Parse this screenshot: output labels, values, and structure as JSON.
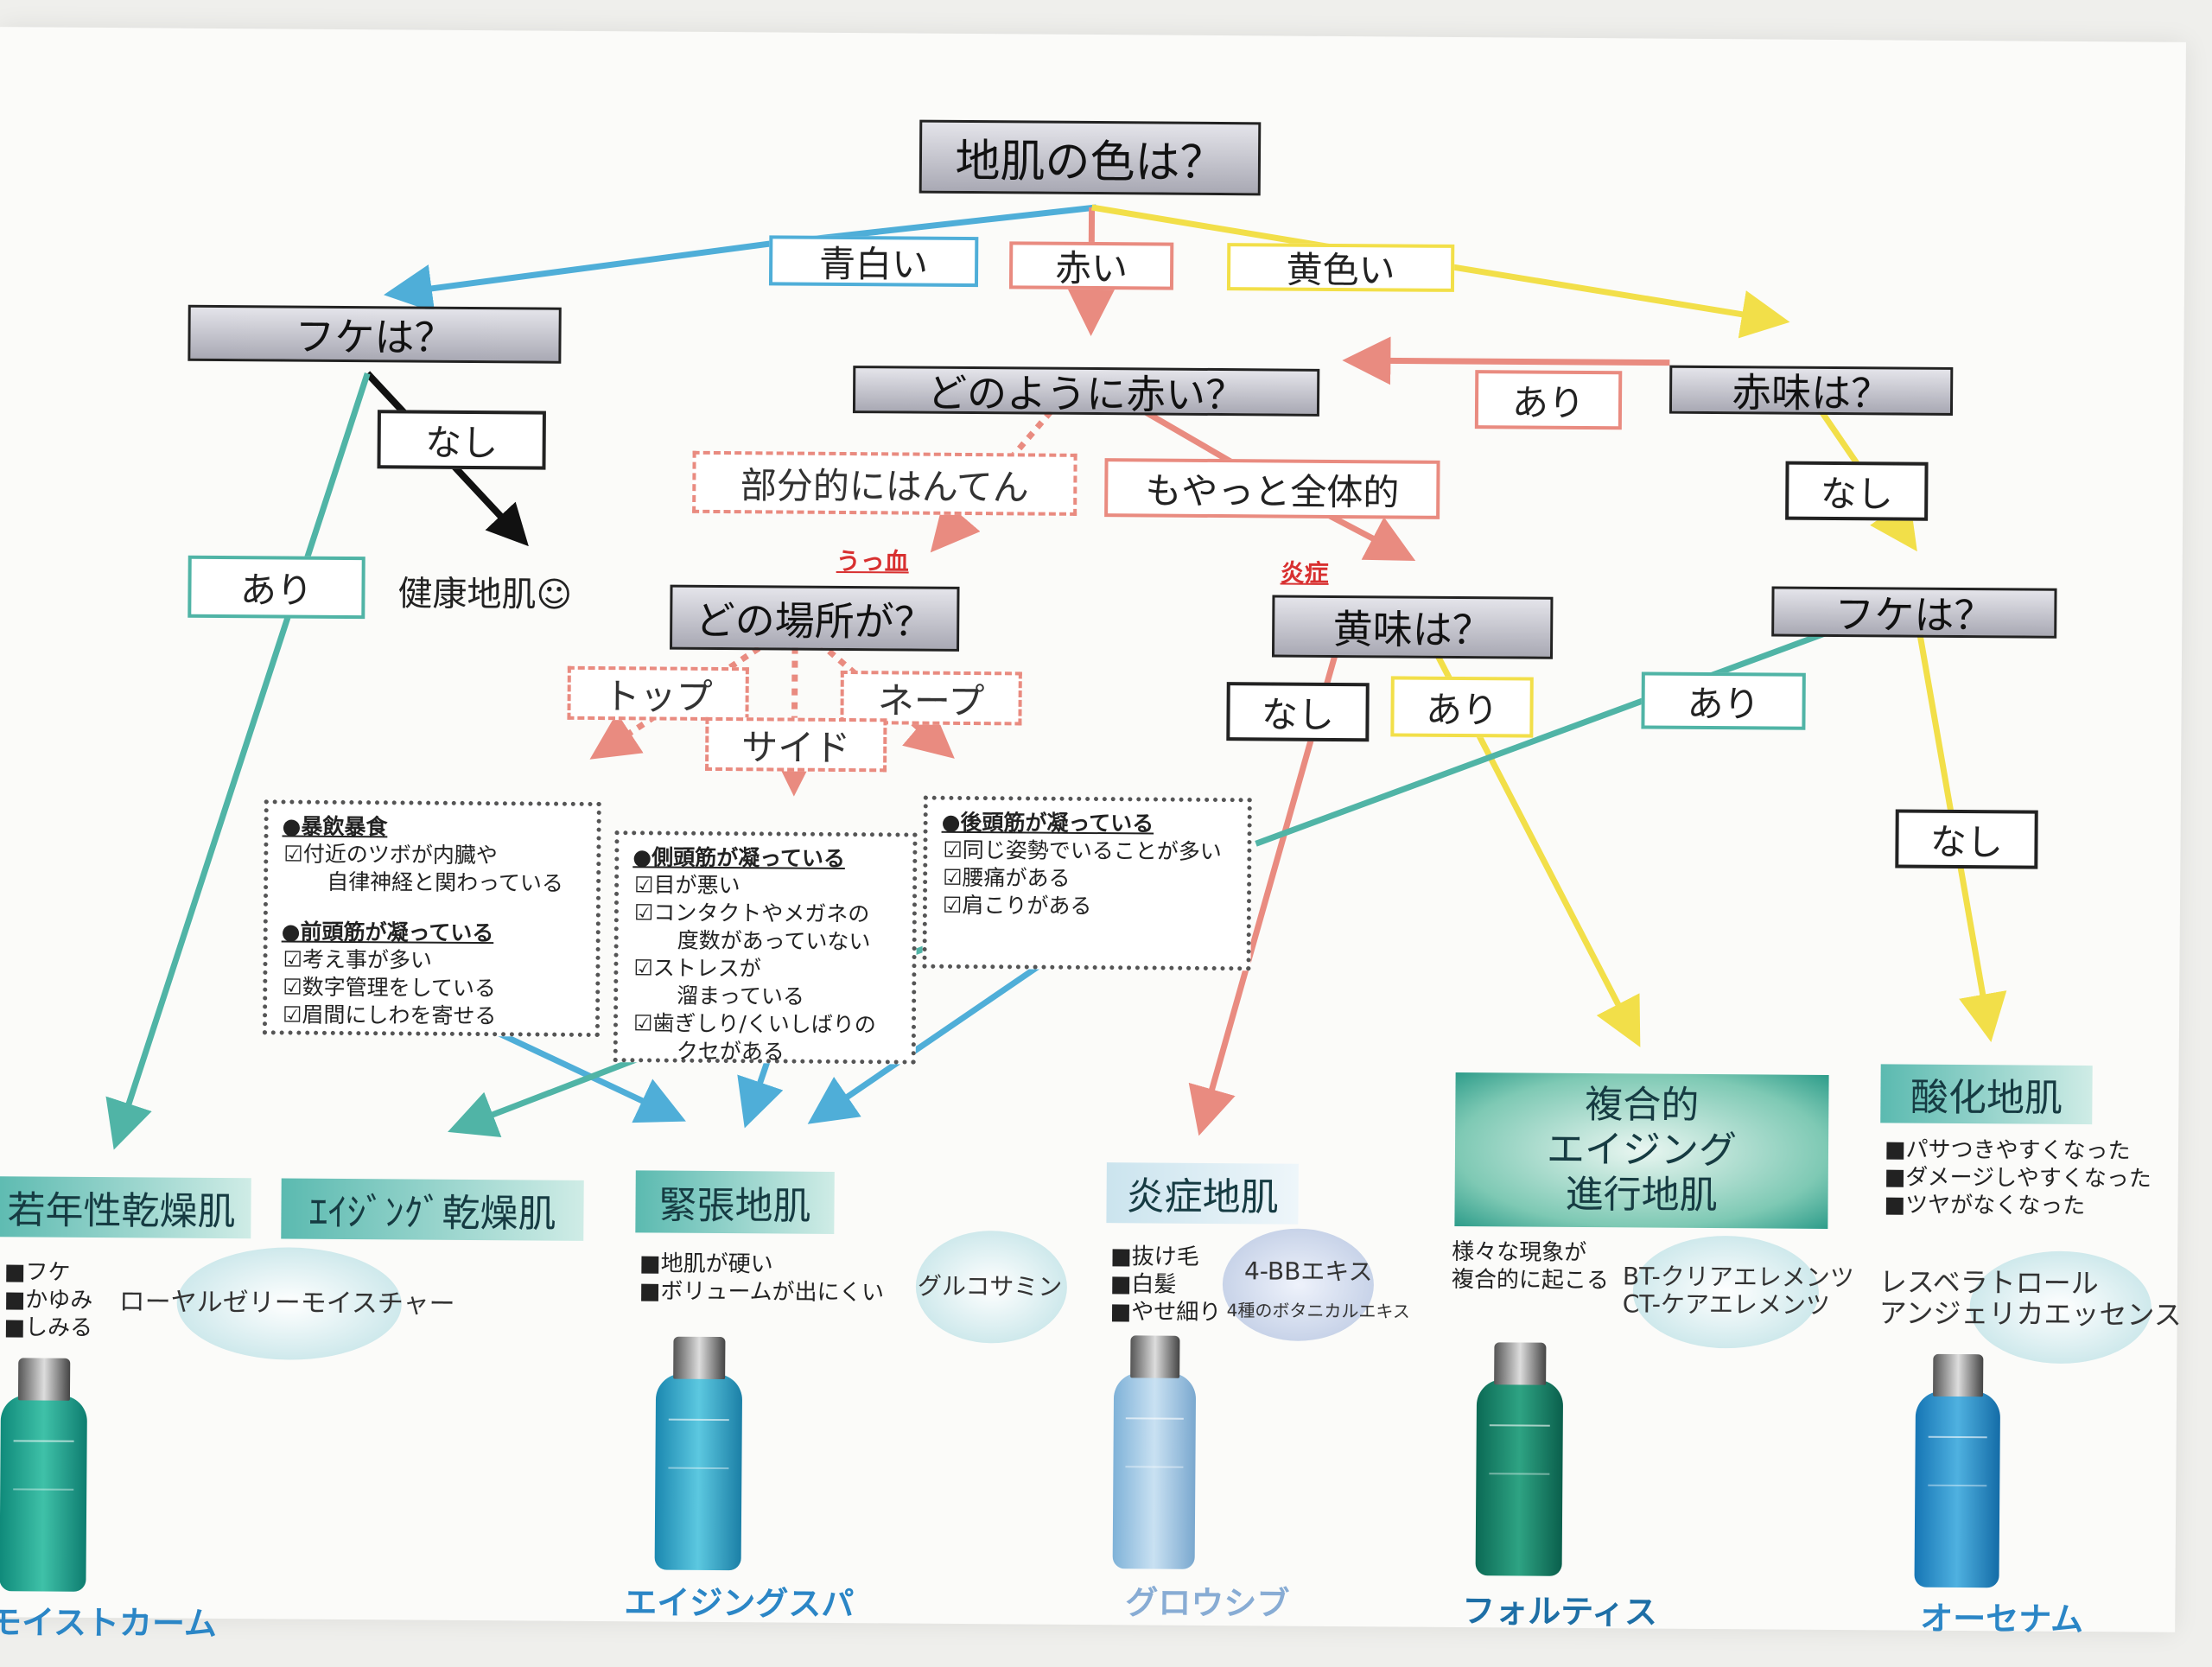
{
  "colors": {
    "blue_arrow": "#4faed8",
    "pink_arrow": "#e98b80",
    "yellow_arrow": "#f2df49",
    "teal_arrow": "#50b4a6",
    "dark_arrow": "#111111",
    "question_fill": "#b4b4be",
    "result_fill": "#5bbab0",
    "product_text": "#2b86c6"
  },
  "root": {
    "title": "地肌の色は？"
  },
  "colors_branch": {
    "blue": "青白い",
    "red": "赤い",
    "yellow": "黄色い"
  },
  "left": {
    "q": "フケは？",
    "nashi": "なし",
    "ari": "あり",
    "healthy": "健康地肌☺"
  },
  "center": {
    "q": "どのように赤い？",
    "partial": "部分的にはんてん",
    "overall": "もやっと全体的",
    "congestion_tag": "うっ血",
    "inflammation_tag": "炎症",
    "where_q": "どの場所が？",
    "top": "トップ",
    "nape": "ネープ",
    "side": "サイド"
  },
  "right": {
    "ari": "あり",
    "q_redness": "赤味は？",
    "nashi": "なし",
    "q_dandruff": "フケは？",
    "ari2": "あり",
    "nashi2": "なし"
  },
  "mid": {
    "q_yellow": "黄味は？",
    "nashi": "なし",
    "ari": "あり"
  },
  "box_top": {
    "h1": "●暴飲暴食",
    "l1a": "☑付近のツボが内臓や",
    "l1b": "自律神経と関わっている",
    "h2": "●前頭筋が凝っている",
    "l2a": "☑考え事が多い",
    "l2b": "☑数字管理をしている",
    "l2c": "☑眉間にしわを寄せる"
  },
  "box_side": {
    "h": "●側頭筋が凝っている",
    "l1": "☑目が悪い",
    "l2": "☑コンタクトやメガネの",
    "l3": "度数があっていない",
    "l4": "☑ストレスが",
    "l5": "溜まっている",
    "l6": "☑歯ぎしり/くいしばりの",
    "l7": "クセがある"
  },
  "box_nape": {
    "h": "●後頭筋が凝っている",
    "l1": "☑同じ姿勢でいることが多い",
    "l2": "☑腰痛がある",
    "l3": "☑肩こりがある"
  },
  "results": {
    "young_dry": {
      "title": "若年性乾燥肌",
      "bullets": "■フケ\n■かゆみ\n■しみる"
    },
    "aging_dry": {
      "title": "ｴｲｼﾞﾝｸﾞ乾燥肌",
      "ingredient": "ローヤルゼリーモイスチャー",
      "product": "モイストカーム"
    },
    "tension": {
      "title": "緊張地肌",
      "bullets": "■地肌が硬い\n■ボリュームが出にくい",
      "ingredient": "グルコサミン",
      "product": "エイジングスパ"
    },
    "inflamed": {
      "title": "炎症地肌",
      "bullets": "■抜け毛\n■白髪\n■やせ細り",
      "ingredient1": "4-BBエキス",
      "ingredient2": "4種のボタニカルエキス",
      "product": "グロウシブ"
    },
    "complex": {
      "line1": "複合的",
      "line2": "エイジング",
      "line3": "進行地肌",
      "desc1": "様々な現象が",
      "desc2": "複合的に起こる",
      "ingredient1": "BT-クリアエレメンツ",
      "ingredient2": "CT-ケアエレメンツ",
      "product": "フォルティス"
    },
    "oxidized": {
      "title": "酸化地肌",
      "bullets": "■パサつきやすくなった\n■ダメージしやすくなった\n■ツヤがなくなった",
      "ingredient1": "レスベラトロール",
      "ingredient2": "アンジェリカエッセンス",
      "product": "オーセナム"
    }
  }
}
